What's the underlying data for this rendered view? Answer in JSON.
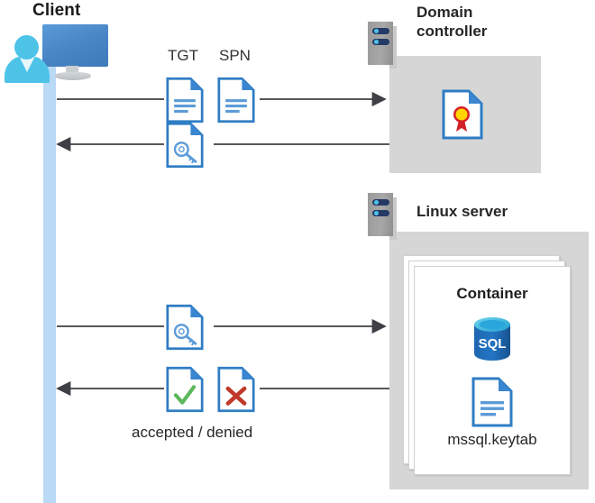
{
  "diagram": {
    "title": "Kerberos authentication flow between client, domain controller and Linux server container",
    "colors": {
      "lifeline": "#b9d9f5",
      "panel_gray": "#d6d6d6",
      "doc_blue": "#2f7dc4",
      "doc_fold": "#3a86d0",
      "arrow": "#3f3f46",
      "accept_green": "#5cb85c",
      "deny_red": "#c0392b",
      "seal_yellow": "#ffd400",
      "ribbon_red": "#d32027",
      "sql_blue": "#1a5fa8",
      "rack_navy": "#243a66",
      "accent_cyan": "#4ec3e8"
    }
  },
  "client": {
    "label": "Client",
    "icon": "user-computer-icon"
  },
  "domain_controller": {
    "label_line1": "Domain",
    "label_line2": "controller",
    "rack_icon": "server-rack-icon",
    "contents": [
      {
        "icon": "certificate-document-icon",
        "label": ""
      }
    ]
  },
  "linux_server": {
    "label": "Linux server",
    "rack_icon": "server-rack-icon",
    "container": {
      "title": "Container",
      "items": [
        {
          "icon": "sql-database-icon",
          "label": "SQL"
        },
        {
          "icon": "keytab-document-icon",
          "label": "mssql.keytab"
        }
      ]
    }
  },
  "flows": [
    {
      "id": "flow-1",
      "direction": "right",
      "from": "client",
      "to": "domain-controller",
      "icons": [
        {
          "name": "tgt-document-icon",
          "label": "TGT"
        },
        {
          "name": "spn-document-icon",
          "label": "SPN"
        }
      ],
      "caption": ""
    },
    {
      "id": "flow-2",
      "direction": "left",
      "from": "domain-controller",
      "to": "client",
      "icons": [
        {
          "name": "service-ticket-key-document-icon",
          "label": ""
        }
      ],
      "caption": ""
    },
    {
      "id": "flow-3",
      "direction": "right",
      "from": "client",
      "to": "linux-server",
      "icons": [
        {
          "name": "service-ticket-key-document-icon",
          "label": ""
        }
      ],
      "caption": ""
    },
    {
      "id": "flow-4",
      "direction": "left",
      "from": "linux-server",
      "to": "client",
      "icons": [
        {
          "name": "accepted-check-document-icon",
          "label": ""
        },
        {
          "name": "denied-cross-document-icon",
          "label": ""
        }
      ],
      "caption": "accepted / denied"
    }
  ]
}
